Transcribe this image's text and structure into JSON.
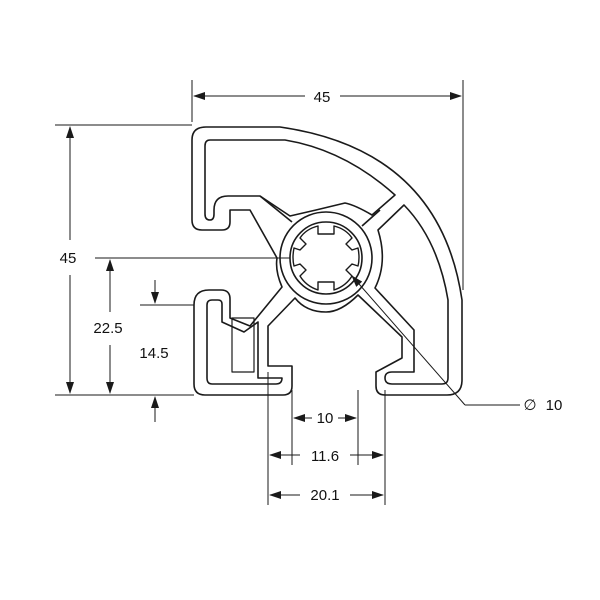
{
  "colors": {
    "background": "#ffffff",
    "line": "#1a1a1a"
  },
  "dimensions": {
    "overall_width": "45",
    "overall_height": "45",
    "center_height": "22.5",
    "slot_offset": "14.5",
    "core_diameter_symbol": "∅",
    "core_diameter": "10",
    "slot_opening": "10",
    "slot_width": "11.6",
    "slot_outer": "20.1"
  }
}
